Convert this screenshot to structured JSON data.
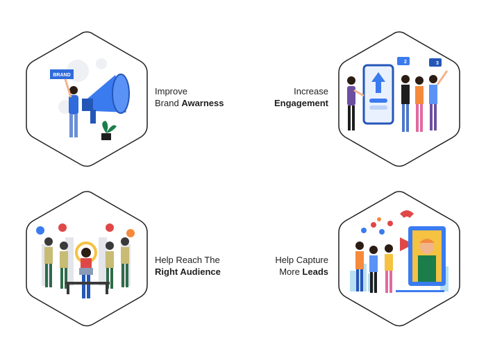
{
  "features": [
    {
      "id": "brand-awareness",
      "line1": "Improve",
      "line2_regular": "Brand ",
      "line2_bold": "Awarness",
      "illustration": "megaphone-icon"
    },
    {
      "id": "engagement",
      "line1": "Increase",
      "line2_regular": "",
      "line2_bold": "Engagement",
      "illustration": "phone-engagement-icon",
      "badges": [
        "2",
        "3"
      ]
    },
    {
      "id": "audience",
      "line1": "Help Reach The",
      "line2_regular": "",
      "line2_bold": "Right Audience",
      "illustration": "audience-crowd-icon"
    },
    {
      "id": "leads",
      "line1": "Help Capture",
      "line2_regular": "More ",
      "line2_bold": "Leads",
      "illustration": "magnet-leads-icon"
    }
  ],
  "colors": {
    "outline": "#1e1e1e",
    "accent_blue": "#2f6bdb",
    "accent_orange": "#f58a3c",
    "accent_red": "#e04848"
  }
}
